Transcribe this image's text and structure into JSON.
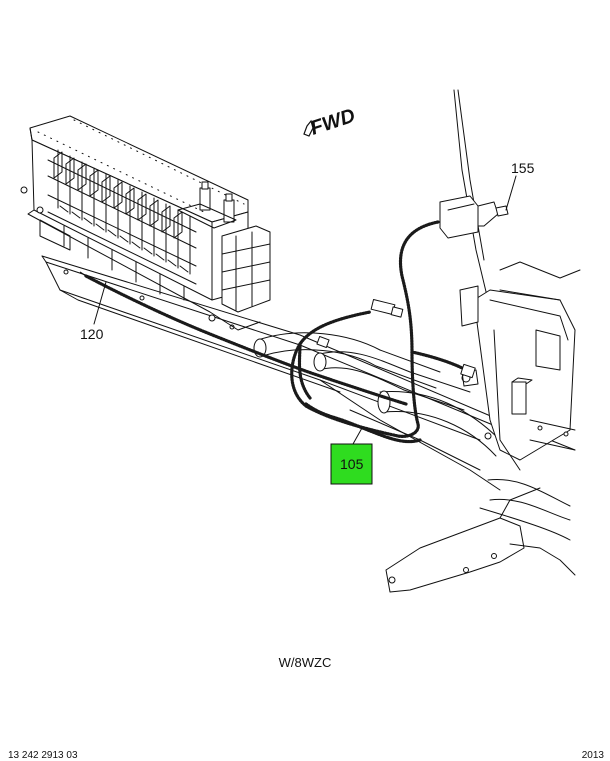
{
  "callouts": {
    "c155": "155",
    "c120": "120",
    "c105": "105"
  },
  "highlight_color": "#2fdc1f",
  "direction_label": "FWD",
  "direction_icon": "forward-arrow-icon",
  "caption": "W/8WZC",
  "footer": {
    "left": "13 242 2913 03",
    "right": "2013"
  }
}
